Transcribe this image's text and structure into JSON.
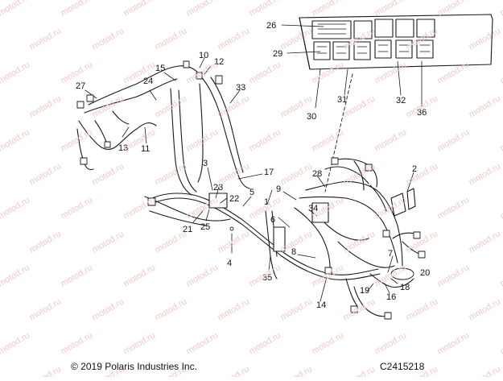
{
  "watermark": "motod.ru",
  "callouts": [
    "1",
    "2",
    "3",
    "4",
    "5",
    "6",
    "7",
    "8",
    "9",
    "10",
    "11",
    "12",
    "13",
    "14",
    "15",
    "16",
    "17",
    "18",
    "19",
    "20",
    "21",
    "22",
    "23",
    "24",
    "25",
    "26",
    "27",
    "28",
    "29",
    "30",
    "31",
    "32",
    "33",
    "34",
    "35",
    "36"
  ],
  "footer": {
    "copyright": "© 2019 Polaris Industries Inc.",
    "code": "C2415218"
  },
  "colors": {
    "line": "#1a1a1a",
    "watermark": "#f2c9c9"
  }
}
